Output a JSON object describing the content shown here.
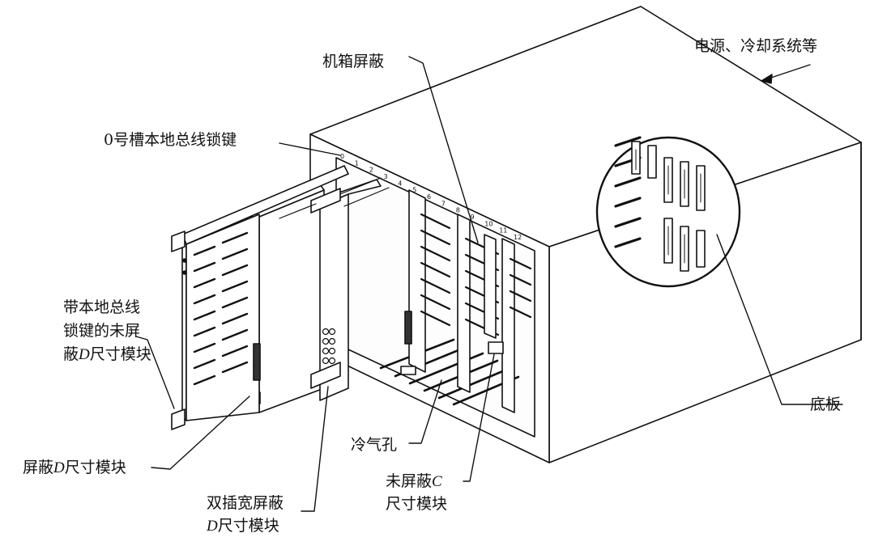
{
  "labels": {
    "power_cooling": "电源、冷却系统等",
    "chassis_shield": "机箱屏蔽",
    "slot0_key": "0号槽本地总线锁键",
    "unshielded_d_line1": "带本地总线",
    "unshielded_d_line2": "锁键的未屏",
    "unshielded_d_line3_pre": "蔽",
    "unshielded_d_line3_italic": "D",
    "unshielded_d_line3_post": "尺寸模块",
    "shielded_d_pre": "屏蔽",
    "shielded_d_italic": "D",
    "shielded_d_post": "尺寸模块",
    "dual_line1": "双插宽屏蔽",
    "dual_line2_italic": "D",
    "dual_line2_post": "尺寸模块",
    "cooling_holes": "冷气孔",
    "unshielded_c_line1_pre": "未屏蔽",
    "unshielded_c_line1_italic": "C",
    "unshielded_c_line2": "尺寸模块",
    "backplane": "底板"
  },
  "slot_numbers": [
    "0",
    "1",
    "2",
    "3",
    "4",
    "5",
    "6",
    "7",
    "8",
    "9",
    "10",
    "11",
    "12"
  ]
}
